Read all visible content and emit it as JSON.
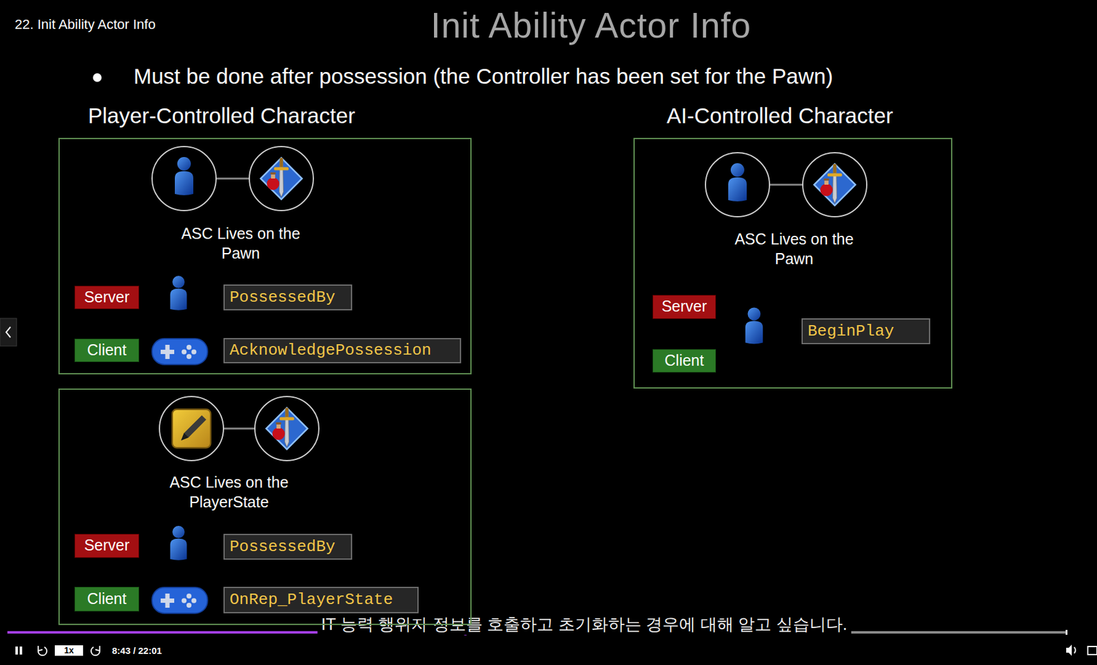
{
  "diagram": {
    "title": "Init Ability Actor Info",
    "nodes": [
      {
        "text": [
          "ASC Lives on the Pawn"
        ]
      },
      {
        "text": [
          "Server"
        ],
        "in": 0
      },
      {
        "text": [
          "PossessedBy"
        ],
        "in": 0
      },
      {
        "text": [
          "Client"
        ],
        "in": 0
      },
      {
        "text": [
          "AcknowledgePossession"
        ],
        "in": 0
      },
      {
        "text": [
          "ASC Lives on the PlayerState"
        ]
      },
      {
        "text": [
          "Server"
        ],
        "in": 5
      },
      {
        "text": [
          "PossessedBy"
        ],
        "in": 5
      },
      {
        "text": [
          "Client"
        ],
        "in": 5
      },
      {
        "text": [
          "OnRep_PlayerState"
        ],
        "in": 5
      },
      {
        "text": [
          "ASC Lives on the Pawn"
        ]
      },
      {
        "text": [
          "Server"
        ],
        "in": 10
      },
      {
        "text": [
          "Client"
        ],
        "in": 10
      },
      {
        "text": [
          "BeginPlay"
        ],
        "in": 10
      }
    ],
    "labels": [
      "22. Init Ability Actor Info",
      "Must be done after possession (the Controller has been set for the Pawn)",
      "Player-Controlled Character",
      "AI-Controlled Character",
      "IT 능력 행위자 정보를 호출하고 초기화하는 경우에 대해 알고 싶습니다.",
      "1x",
      "8:43 / 22:01"
    ]
  }
}
